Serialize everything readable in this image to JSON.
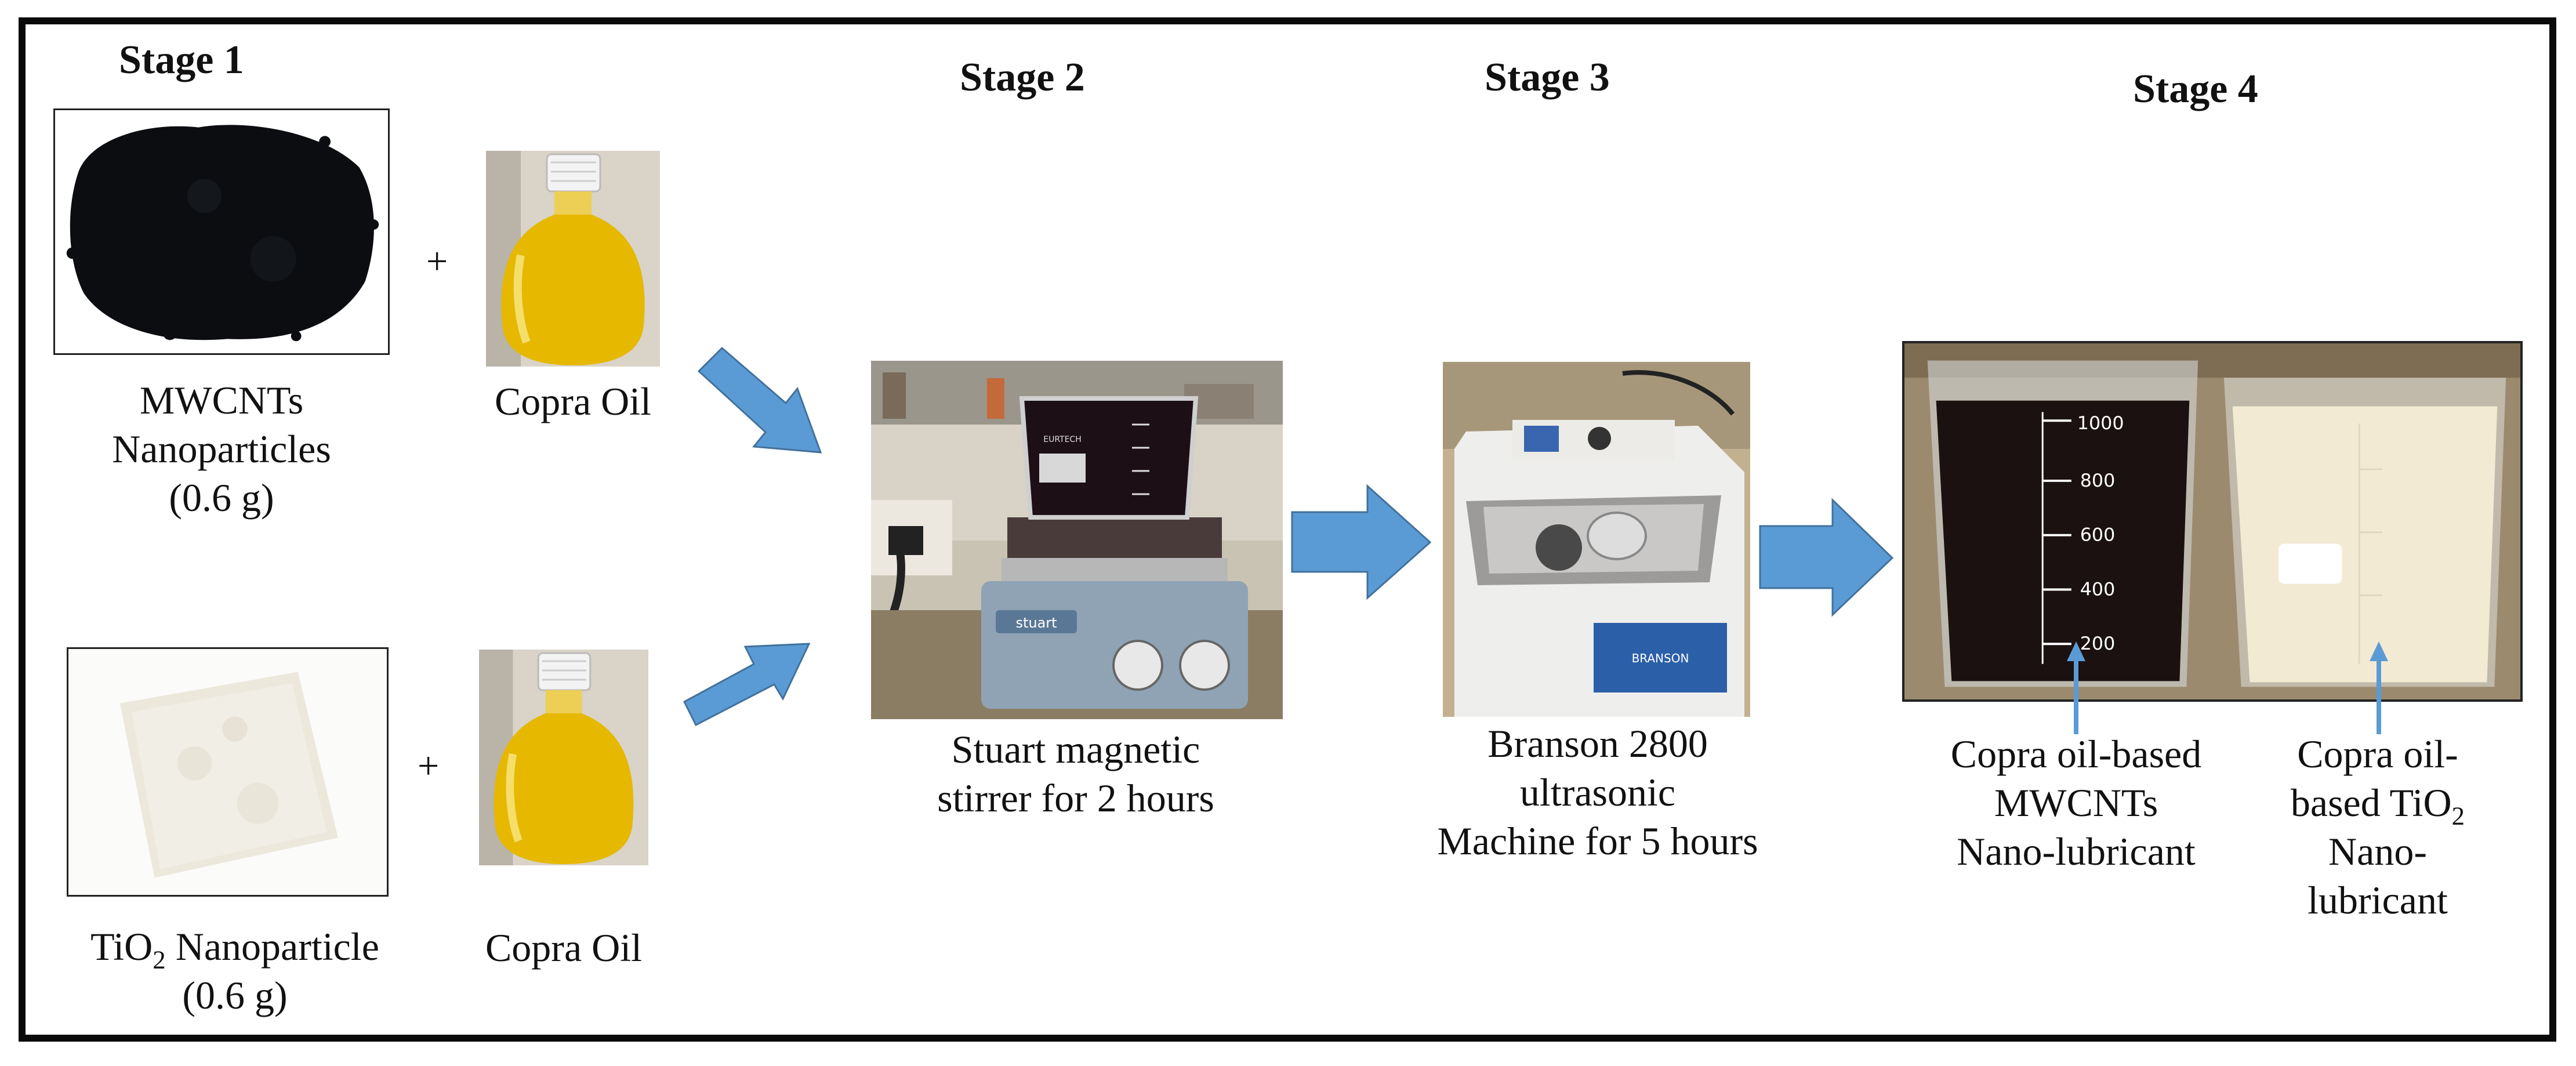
{
  "stages": {
    "stage1": "Stage 1",
    "stage2": "Stage 2",
    "stage3": "Stage 3",
    "stage4": "Stage 4"
  },
  "stage1": {
    "plus": "+",
    "mwcnt": {
      "line1": "MWCNTs",
      "line2": "Nanoparticles",
      "line3": "(0.6 g)"
    },
    "copra_top": "Copra Oil",
    "tio2": {
      "prefix": "TiO",
      "sub": "2",
      "suffix": " Nanoparticle",
      "line2": "(0.6 g)"
    },
    "copra_bottom": "Copra Oil"
  },
  "stage2": {
    "line1": "Stuart magnetic",
    "line2": "stirrer for 2 hours"
  },
  "stage3": {
    "line1": "Branson 2800",
    "line2": "ultrasonic",
    "line3": "Machine for 5 hours"
  },
  "stage4": {
    "left": {
      "line1": "Copra oil-based",
      "line2": "MWCNTs",
      "line3": "Nano-lubricant"
    },
    "right": {
      "line1": "Copra oil-",
      "line2_prefix": "based TiO",
      "line2_sub": "2",
      "line3": "Nano-",
      "line4": "lubricant"
    }
  },
  "photo_text": {
    "beaker_brand": "EURTECH",
    "stirrer_brand": "stuart",
    "cleaner_brand": "BRANSON",
    "beaker_scale": [
      "1000",
      "800",
      "600",
      "400",
      "200"
    ]
  },
  "colors": {
    "arrow": "#5b9bd5",
    "arrow_edge": "#41719c",
    "frame": "#0a0a0a",
    "oil": "#e6b800"
  }
}
